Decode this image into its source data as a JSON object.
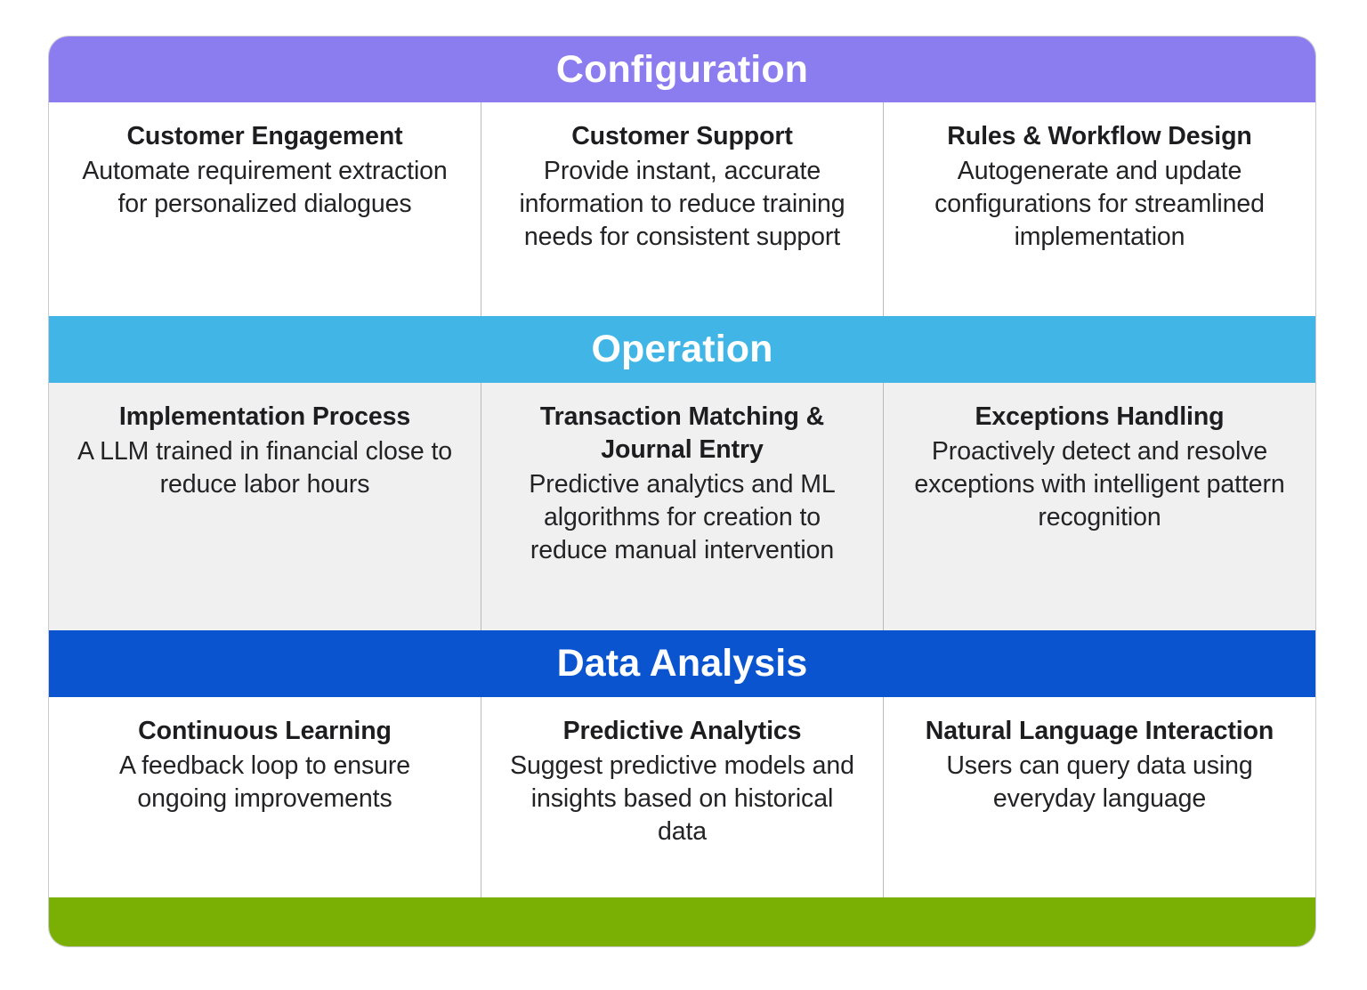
{
  "card": {
    "colors": {
      "configuration_band": "#8b7cf0",
      "operation_band": "#41b6e6",
      "data_analysis_band": "#0b54d0",
      "footer_bar": "#7ab003",
      "row_white": "#ffffff",
      "row_gray": "#f0f0f0",
      "divider": "#b9b9be",
      "title_text": "#1d1d20",
      "band_text": "#ffffff"
    }
  },
  "sections": [
    {
      "band_label": "Configuration",
      "cells": [
        {
          "title": "Customer Engagement",
          "desc": "Automate requirement extraction for personalized dialogues"
        },
        {
          "title": "Customer Support",
          "desc": "Provide instant, accurate information to reduce training needs for consistent support"
        },
        {
          "title": "Rules & Workflow Design",
          "desc": "Autogenerate and update configurations for streamlined implementation"
        }
      ]
    },
    {
      "band_label": "Operation",
      "cells": [
        {
          "title": "Implementation Process",
          "desc": "A LLM trained in financial close to reduce labor hours"
        },
        {
          "title": "Transaction Matching & Journal Entry",
          "desc": "Predictive analytics and ML algorithms for creation to reduce manual intervention"
        },
        {
          "title": "Exceptions Handling",
          "desc": "Proactively detect and resolve exceptions with intelligent pattern recognition"
        }
      ]
    },
    {
      "band_label": "Data Analysis",
      "cells": [
        {
          "title": "Continuous Learning",
          "desc": "A feedback loop to ensure ongoing improvements"
        },
        {
          "title": "Predictive Analytics",
          "desc": "Suggest predictive models and insights based on historical data"
        },
        {
          "title": "Natural Language Interaction",
          "desc": "Users can query data using everyday language"
        }
      ]
    }
  ]
}
